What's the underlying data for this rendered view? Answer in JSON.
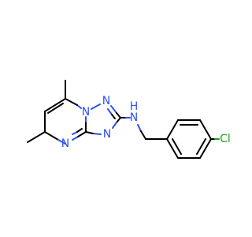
{
  "molecule": {
    "atoms": {
      "n1": "N",
      "n2": "N",
      "n3": "N",
      "n4": "N",
      "nh": "N",
      "h": "H",
      "cl": "Cl"
    }
  },
  "colors": {
    "bond": "#000000",
    "nitrogen": "#3050F8",
    "chlorine": "#1FA01F",
    "background": "#ffffff"
  }
}
